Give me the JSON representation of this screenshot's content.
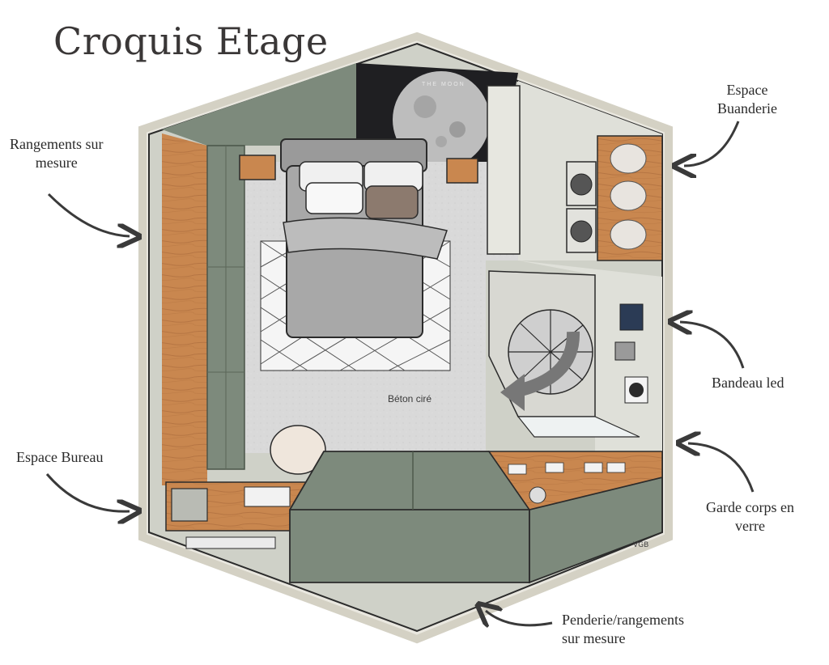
{
  "title": "Croquis Etage",
  "labels": {
    "rangements": [
      "Rangements sur",
      "mesure"
    ],
    "buanderie": [
      "Espace",
      "Buanderie"
    ],
    "bandeau": [
      "Bandeau led"
    ],
    "bureau": [
      "Espace Bureau"
    ],
    "garde_corps": [
      "Garde corps en",
      "verre"
    ],
    "penderie": [
      "Penderie/rangements",
      "sur mesure"
    ]
  },
  "floor_label": "Béton ciré",
  "poster_text": "THE MOON",
  "signature": "VGB",
  "colors": {
    "wall_green": "#7d8a7c",
    "dark_green": "#56604f",
    "wood": "#c9874f",
    "floor": "#dcdcdc",
    "poster": "#1f1f22",
    "arrow": "#3a3a3a"
  }
}
